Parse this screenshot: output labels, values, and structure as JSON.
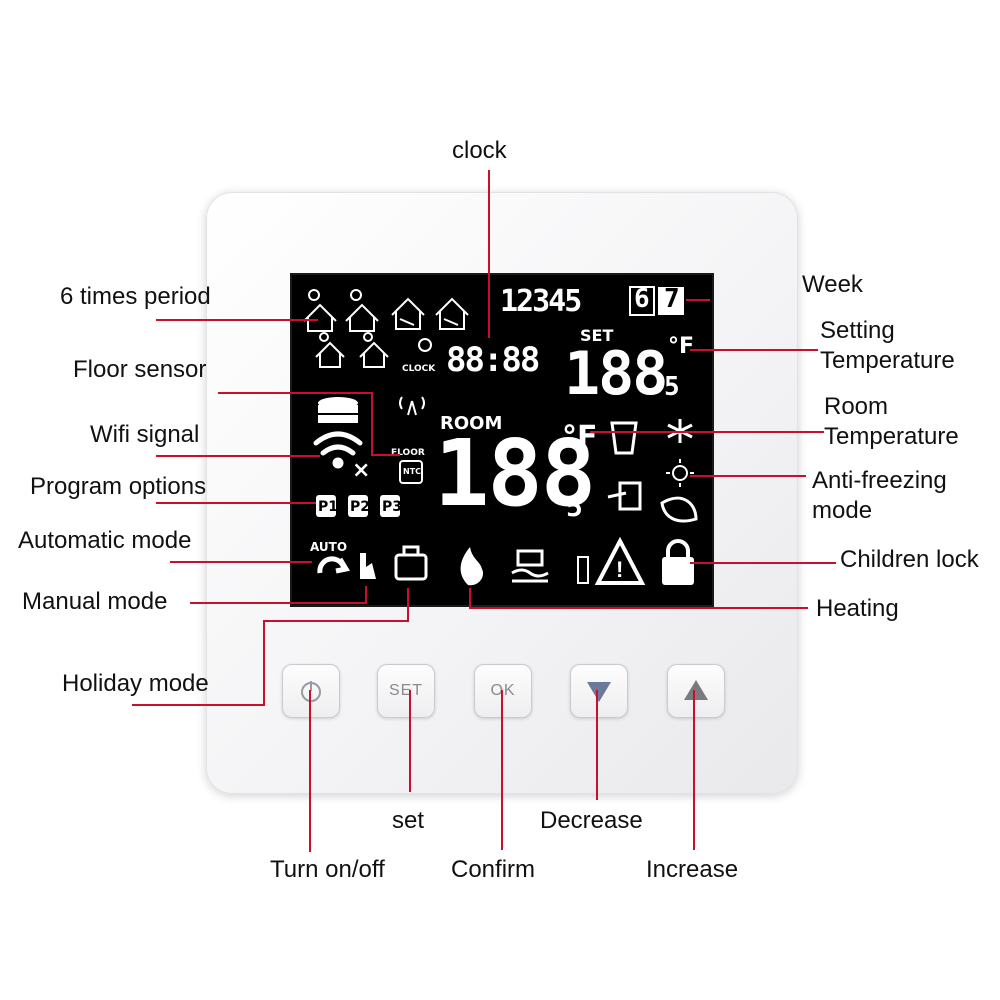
{
  "labels": {
    "clock": "clock",
    "week": "Week",
    "six_times_period": "6 times period",
    "setting_temperature_1": "Setting",
    "setting_temperature_2": "Temperature",
    "floor_sensor": "Floor sensor",
    "room_temperature_1": "Room",
    "room_temperature_2": "Temperature",
    "wifi_signal": "Wifi signal",
    "program_options": "Program options",
    "anti_freezing_1": "Anti-freezing",
    "anti_freezing_2": "mode",
    "automatic_mode": "Automatic mode",
    "children_lock": "Children lock",
    "manual_mode": "Manual mode",
    "heating": "Heating",
    "holiday_mode": "Holiday mode",
    "set": "set",
    "decrease": "Decrease",
    "turn_on_off": "Turn on/off",
    "confirm": "Confirm",
    "increase": "Increase"
  },
  "lcd": {
    "week_digits": "12345",
    "week_boxed": [
      "6",
      "7"
    ],
    "set_label": "SET",
    "set_temp": "188",
    "set_decimal": "5",
    "set_unit": "°F",
    "clock_label": "CLOCK",
    "clock_time": "88:88",
    "room_label": "ROOM",
    "room_temp": "188",
    "room_decimal": "5",
    "room_unit": "°F",
    "floor_label": "FLOOR",
    "ntc_label": "NTC",
    "auto_label": "AUTO",
    "programs": [
      "P1",
      "P2",
      "P3"
    ],
    "wifi_x": "×"
  },
  "buttons": {
    "power": "",
    "set": "SET",
    "ok": "OK",
    "down": "",
    "up": ""
  },
  "colors": {
    "leader_line": "#c8102e",
    "lcd_background": "#000000",
    "lcd_foreground": "#ffffff"
  }
}
